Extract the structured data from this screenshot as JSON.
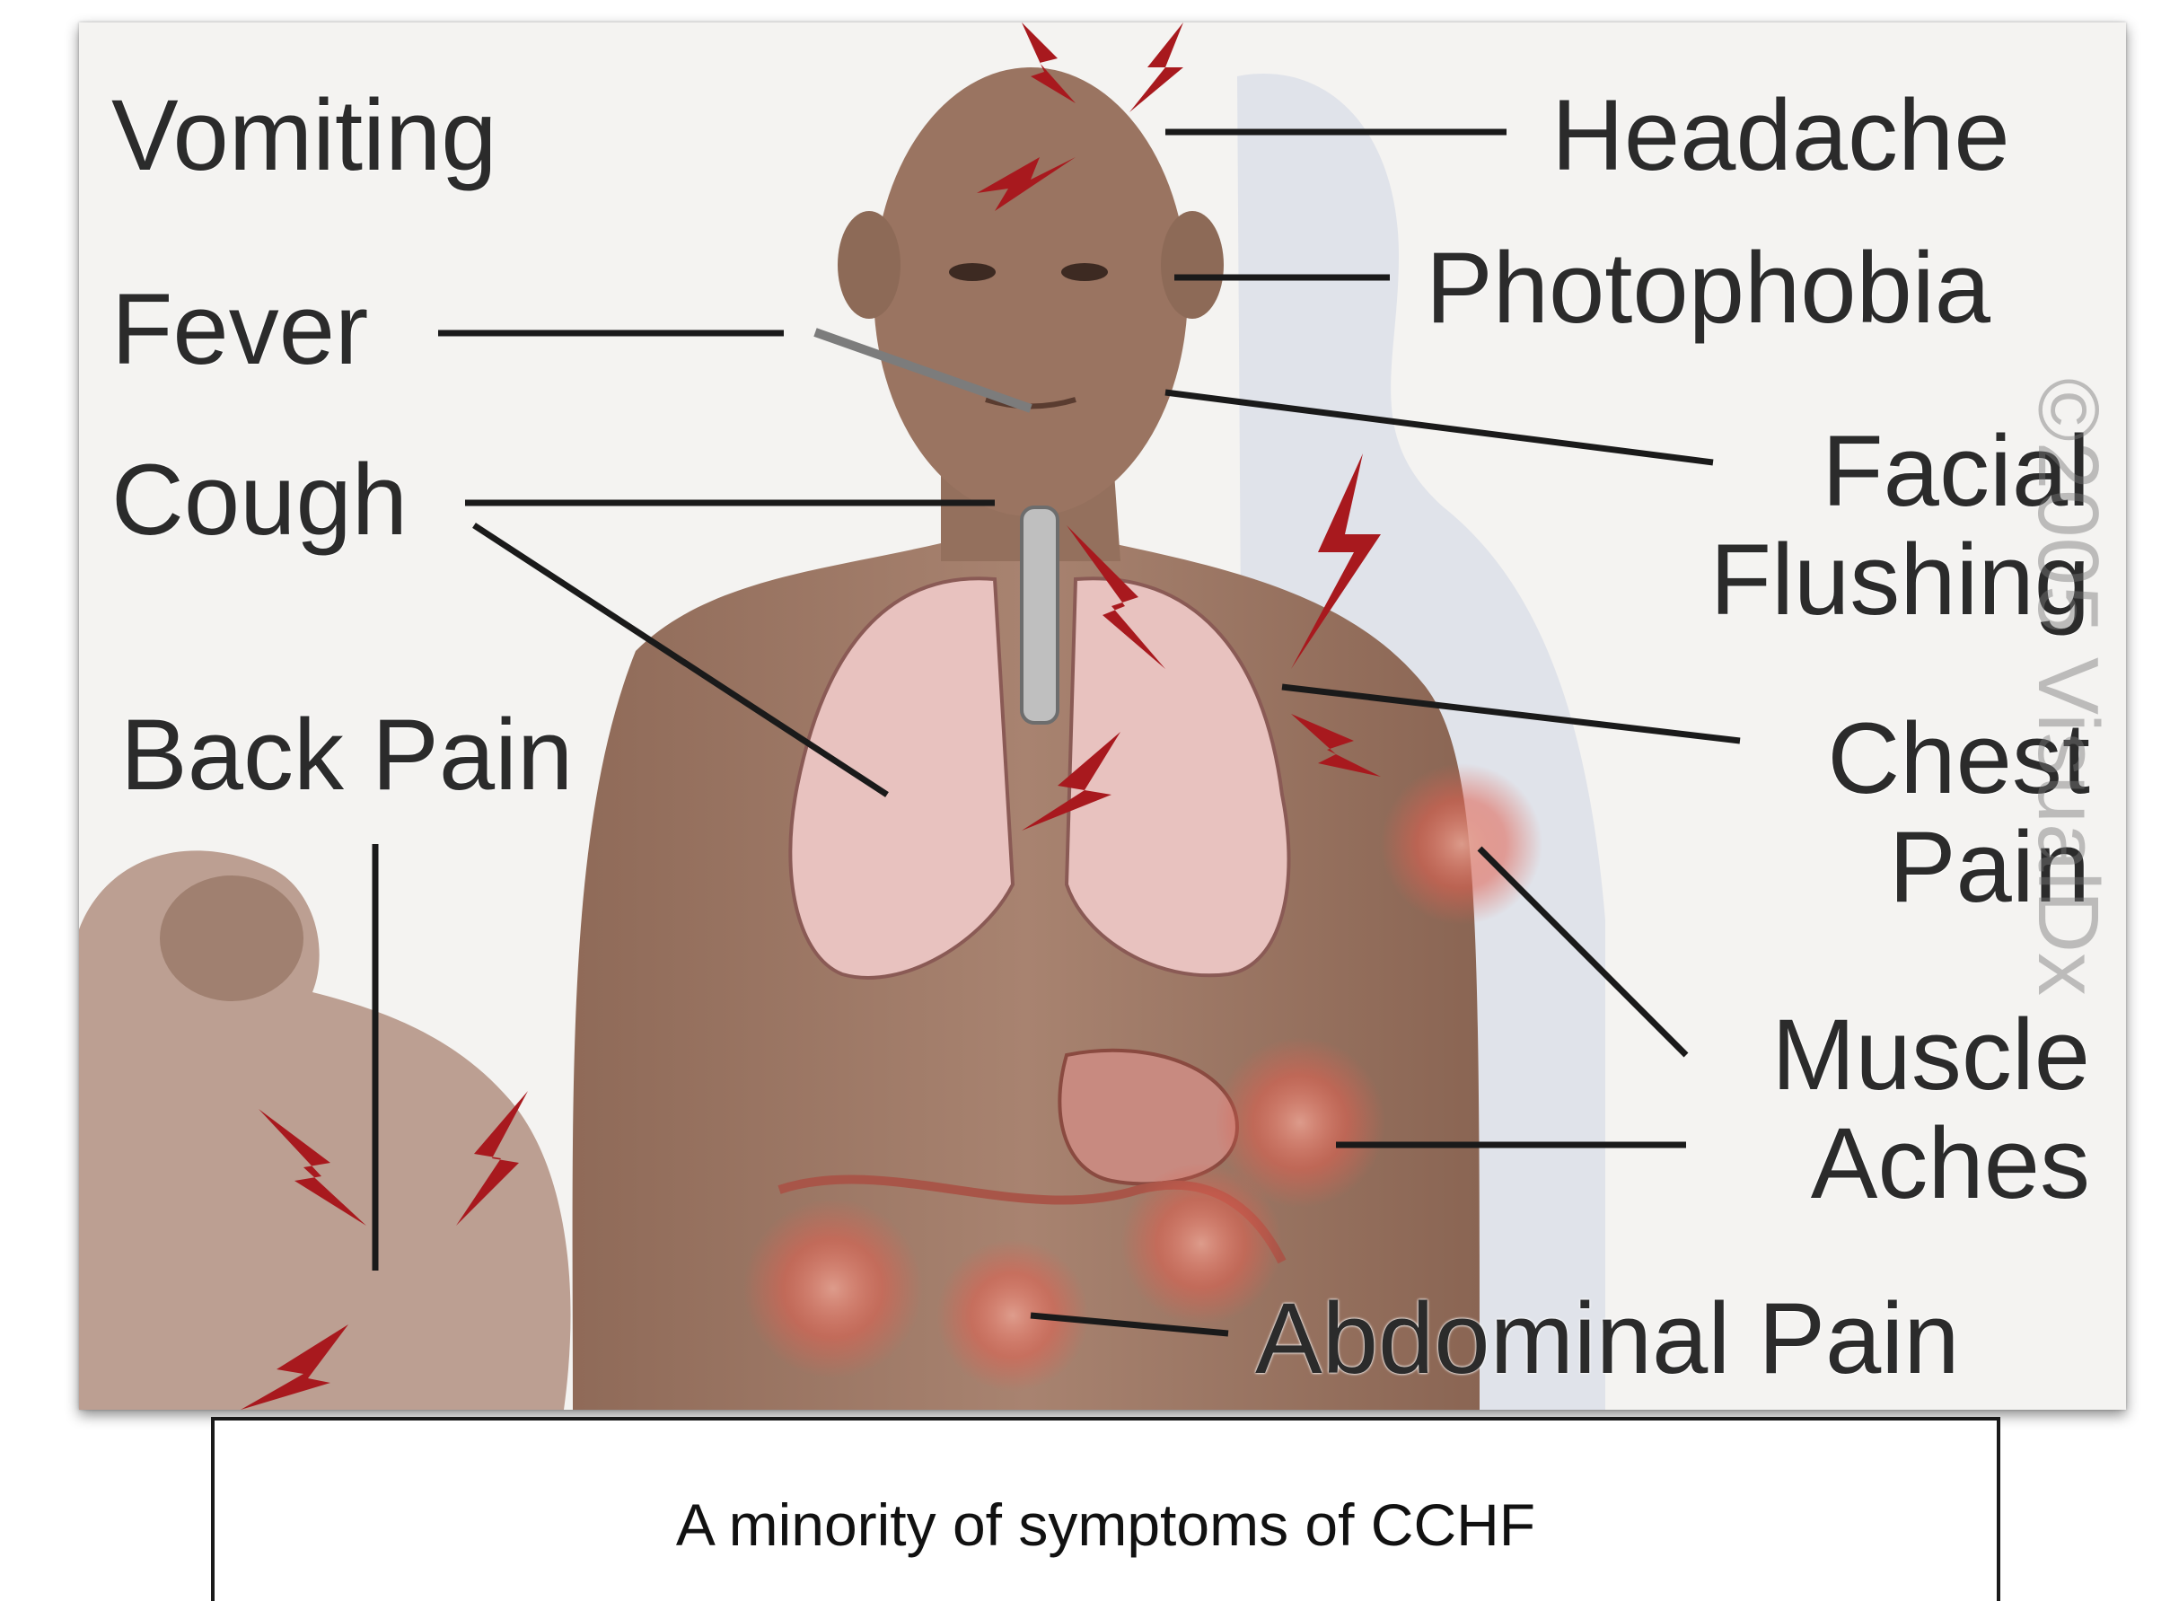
{
  "figure": {
    "labels": {
      "vomiting": "Vomiting",
      "fever": "Fever",
      "cough": "Cough",
      "back_pain": "Back Pain",
      "headache": "Headache",
      "photophobia": "Photophobia",
      "facial_flushing_1": "Facial",
      "facial_flushing_2": "Flushing",
      "chest_pain_1": "Chest",
      "chest_pain_2": "Pain",
      "muscle_aches_1": "Muscle",
      "muscle_aches_2": "Aches",
      "abdominal_pain": "Abdominal Pain"
    },
    "watermark": "©2005 VisualDx",
    "colors": {
      "skin": "#a07a66",
      "lung": "#e8c2bf",
      "pain_red": "#b01c1c",
      "line": "#1a1a1a"
    }
  },
  "caption": {
    "text": "A minority of symptoms of CCHF"
  }
}
